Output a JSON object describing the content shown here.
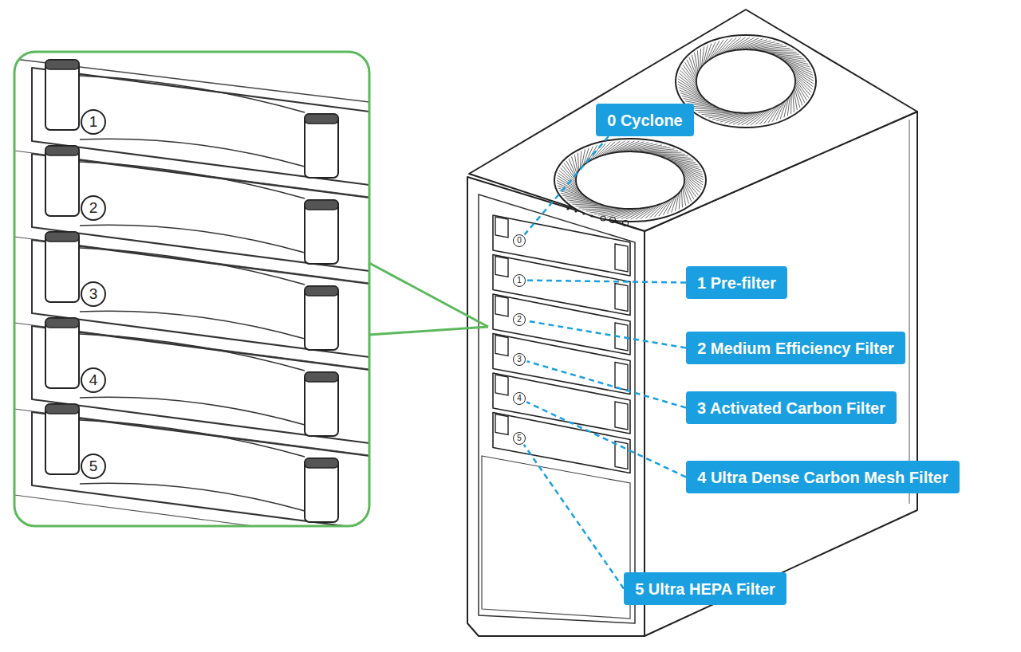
{
  "diagram": {
    "nodes": [
      {
        "text": [
          "1"
        ]
      },
      {
        "text": [
          "2"
        ]
      },
      {
        "text": [
          "3"
        ]
      },
      {
        "text": [
          "4"
        ]
      },
      {
        "text": [
          "5"
        ]
      },
      {
        "text": [
          "0"
        ]
      },
      {
        "text": [
          "1"
        ]
      },
      {
        "text": [
          "2"
        ]
      },
      {
        "text": [
          "3"
        ]
      },
      {
        "text": [
          "4"
        ]
      },
      {
        "text": [
          "5"
        ]
      },
      {
        "text": [
          "0 Cyclone"
        ]
      },
      {
        "text": [
          "1 Pre-filter"
        ]
      },
      {
        "text": [
          "2 Medium Efficiency Filter"
        ]
      },
      {
        "text": [
          "3 Activated Carbon Filter"
        ]
      },
      {
        "text": [
          "4 Ultra Dense Carbon Mesh Filter"
        ]
      },
      {
        "text": [
          "5 Ultra HEPA Filter"
        ]
      }
    ],
    "edges": [
      {
        "from": 11,
        "to": 5,
        "arrow": "none"
      },
      {
        "from": 12,
        "to": 6,
        "arrow": "none"
      },
      {
        "from": 13,
        "to": 7,
        "arrow": "none"
      },
      {
        "from": 14,
        "to": 8,
        "arrow": "none"
      },
      {
        "from": 15,
        "to": 9,
        "arrow": "none"
      },
      {
        "from": 16,
        "to": 10,
        "arrow": "none"
      }
    ]
  }
}
